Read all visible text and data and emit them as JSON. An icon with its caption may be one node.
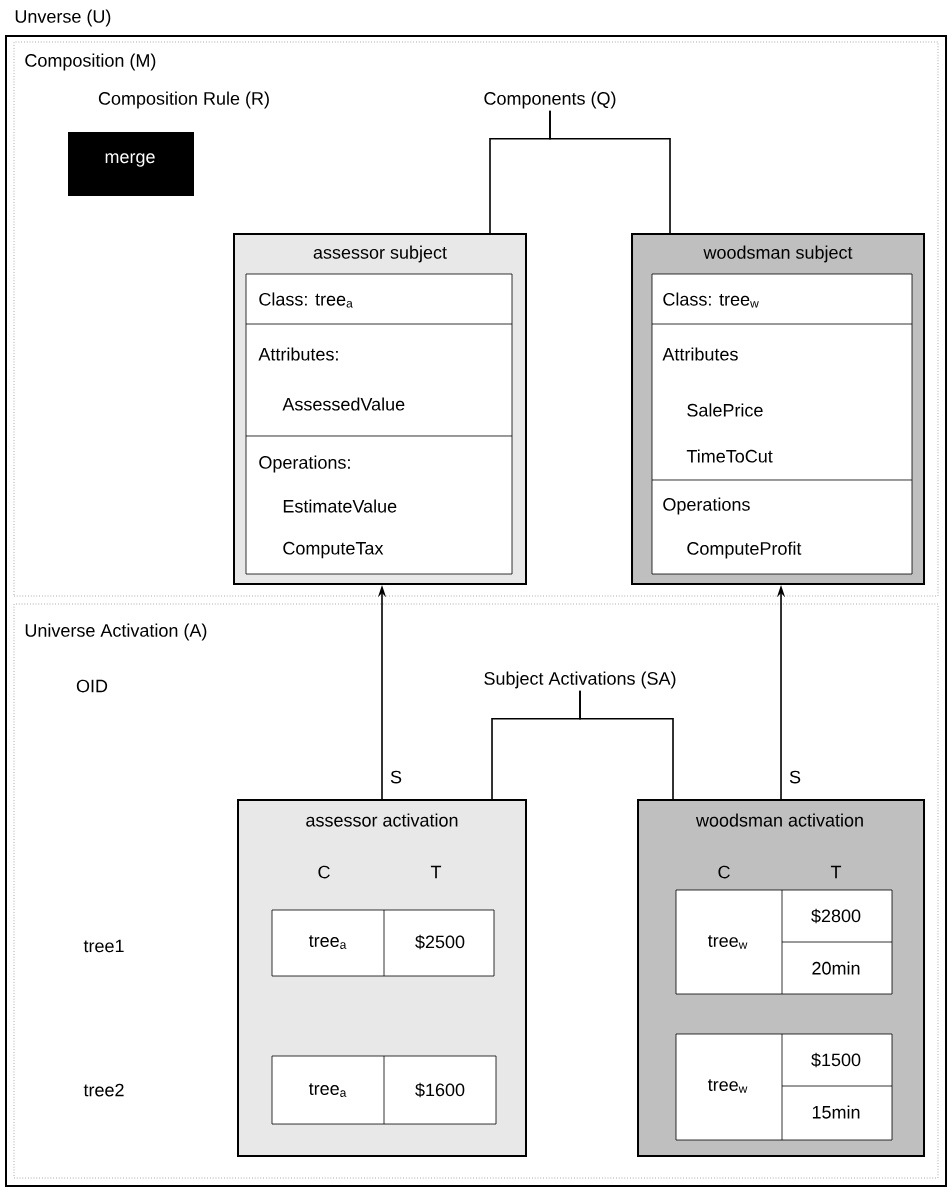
{
  "diagram": {
    "nodes": [
      {
        "text": [
          "Unverse (U)"
        ]
      },
      {
        "text": [
          "Composition (M)"
        ],
        "in": 0
      },
      {
        "text": [
          "merge"
        ],
        "beside": [
          "Composition Rule (R)"
        ],
        "in": 1
      },
      {
        "text": [
          "Components (Q)"
        ],
        "in": 1
      },
      {
        "text": [
          "assessor subject"
        ],
        "in": 1
      },
      {
        "text": [
          "Class: tree$_{a}$",
          "Attributes:",
          "AssessedValue",
          "Operations:",
          "EstimateValue",
          "ComputeTax"
        ],
        "in": 4
      },
      {
        "text": [
          "woodsman subject"
        ],
        "in": 1
      },
      {
        "text": [
          "Class: tree$_{w}$",
          "Attributes",
          "SalePrice",
          "TimeToCut",
          "Operations",
          "ComputeProfit"
        ],
        "in": 6
      },
      {
        "text": [
          "Universe Activation (A)"
        ],
        "in": 0
      },
      {
        "text": [
          "Subject Activations (SA)"
        ],
        "in": 8
      },
      {
        "text": [
          "assessor activation",
          "C",
          "T"
        ],
        "in": 8
      },
      {
        "text": [
          "tree$_{a}$",
          "$2500"
        ],
        "in": 10
      },
      {
        "text": [
          "tree$_{a}$",
          "$1600"
        ],
        "in": 10
      },
      {
        "text": [
          "woodsman activation",
          "C",
          "T"
        ],
        "in": 8
      },
      {
        "text": [
          "tree$_{w}$",
          "$2800",
          "20min"
        ],
        "in": 13
      },
      {
        "text": [
          "tree$_{w}$",
          "$1500",
          "15min"
        ],
        "in": 13
      }
    ],
    "edges": [
      {
        "from": 3,
        "to": 4,
        "arrow": "none"
      },
      {
        "from": 3,
        "to": 6,
        "arrow": "none"
      },
      {
        "from": 10,
        "to": 4,
        "arrow": "to",
        "label": "S"
      },
      {
        "from": 13,
        "to": 6,
        "arrow": "to",
        "label": "S"
      },
      {
        "from": 9,
        "to": 10,
        "arrow": "none"
      },
      {
        "from": 9,
        "to": 13,
        "arrow": "none"
      }
    ],
    "labels": [
      "OID",
      "tree1",
      "tree2"
    ]
  }
}
